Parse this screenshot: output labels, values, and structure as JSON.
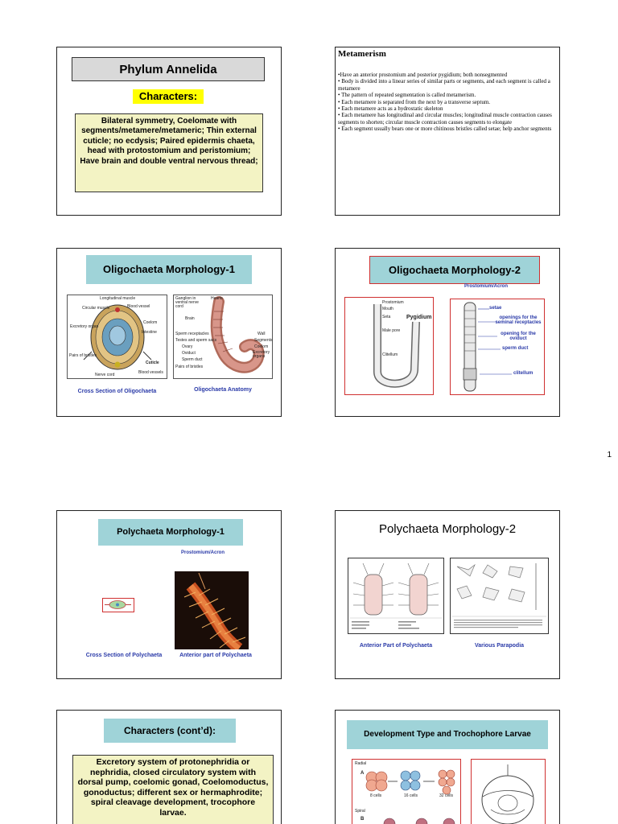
{
  "page_number": "1",
  "slide1": {
    "title": "Phylum Annelida",
    "subtitle": "Characters:",
    "body": "Bilateral symmetry, Coelomate with segments/metamere/metameric; Thin external cuticle; no ecdysis; Paired epidermis chaeta, head with protostomium and peristomium; Have brain and double ventral nervous thread;"
  },
  "slide2": {
    "title": "Metamerism",
    "bullets": [
      "•Have an anterior prostomium and posterior pygidium; both nonsegmented",
      "• Body is divided into a linear series of similar parts or segments, and each segment is called a metamere",
      "• The pattern of repeated segmentation is called metamerism.",
      "• Each metamere is separated from the next by a transverse septum.",
      "• Each metamere acts as a hydrostatic skeleton",
      "• Each metamere has longitudinal and circular muscles; longitudinal muscle contraction causes segments to shorten; circular muscle contraction causes segments to elongate",
      "• Each segment usually bears one or more chitinous bristles called setae; help anchor segments"
    ]
  },
  "slide3": {
    "title": "Oligochaeta Morphology-1",
    "caption_left": "Cross Section of Oligochaeta",
    "caption_right": "Oligochaeta Anatomy",
    "cross_labels": [
      "Longitudinal muscle",
      "Circular muscle",
      "Blood vessel",
      "Coelom",
      "Excretory organ",
      "Intestine",
      "Pairs of bristles",
      "Cuticle",
      "Nerve cord",
      "Blood vessels"
    ],
    "anatomy_labels": [
      "Ganglion in ventral nerve cord",
      "Hearts",
      "Brain",
      "Sperm receptacles",
      "Testes and sperm sacs",
      "Ovary",
      "Oviduct",
      "Sperm duct",
      "Pairs of bristles",
      "Wall",
      "Segments",
      "Coelom",
      "Excretory organs"
    ]
  },
  "slide4": {
    "title": "Oligochaeta Morphology-2",
    "prostomium_label": "Prostomium/Acron",
    "pygidium_label": "Pygidium",
    "left_small_labels": [
      "Prostomium",
      "Mouth",
      "Seta",
      "Male pore",
      "Clitellum"
    ],
    "right_labels": [
      "setae",
      "openings for the seminal receptacles",
      "opening for the oviduct",
      "sperm duct",
      "clitellum"
    ]
  },
  "slide5": {
    "title": "Polychaeta Morphology-1",
    "prostomium_label": "Prostomium/Acron",
    "caption_left": "Cross Section of Polychaeta",
    "caption_right": "Anterior part of Polychaeta"
  },
  "slide6": {
    "title": "Polychaeta Morphology-2",
    "caption_left": "Anterior Part of Polychaeta",
    "caption_right": "Various Parapodia"
  },
  "slide7": {
    "title": "Characters (cont’d):",
    "body": "Excretory system of protonephridia or nephridia, closed circulatory system with dorsal pump, coelomic gonad, Coelomoductus, gonoductus; different sex or hermaphrodite; spiral cleavage development, trocophore larvae."
  },
  "slide8": {
    "title": "Development Type and Trochophore Larvae",
    "labels": [
      "Radial",
      "A",
      "8 cells",
      "16 cells",
      "32 cells",
      "Spiral",
      "B"
    ]
  },
  "colors": {
    "teal": "#9fd3d8",
    "yellow": "#ffff00",
    "cream": "#f3f3c4",
    "gray_title": "#d9d9d9",
    "caption_blue": "#2a3aa8",
    "red_border": "#d03030"
  }
}
